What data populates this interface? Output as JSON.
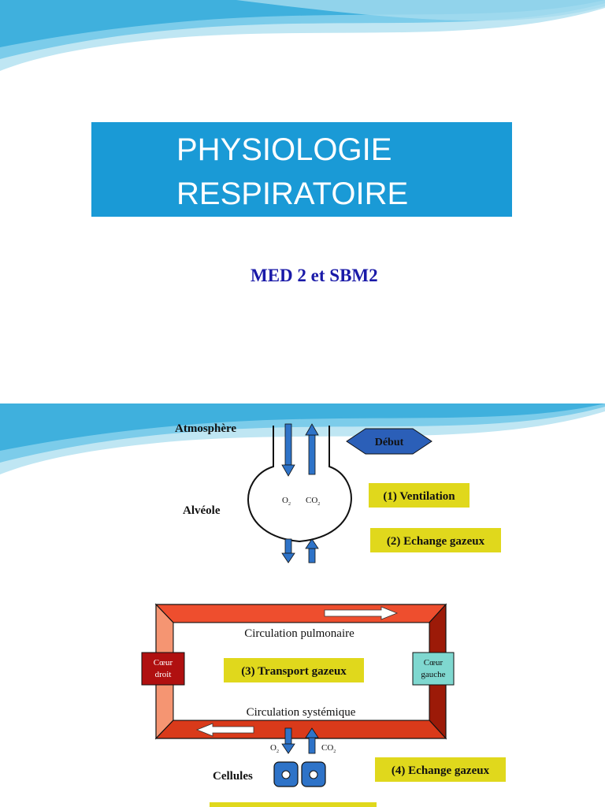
{
  "slide1": {
    "title_line1": "PHYSIOLOGIE",
    "title_line2": "RESPIRATOIRE",
    "subtitle": "MED 2 et SBM2",
    "colors": {
      "title_bg": "#1a9ad6",
      "subtitle": "#1a1aa8",
      "wave": "#5bbfe0"
    }
  },
  "slide2": {
    "atmosphere": "Atmosphère",
    "debut": "Début",
    "alveole": "Alvéole",
    "o2": "O",
    "co2": "CO",
    "sub2": "2",
    "step1": "(1) Ventilation",
    "step2": "(2) Echange gazeux",
    "step3": "(3) Transport gazeux",
    "step4": "(4) Echange gazeux",
    "circ_pulmonaire": "Circulation pulmonaire",
    "circ_systemique": "Circulation systémique",
    "coeur_droit_1": "Cœur",
    "coeur_droit_2": "droit",
    "coeur_gauche_1": "Cœur",
    "coeur_gauche_2": "gauche",
    "cellules": "Cellules",
    "colors": {
      "label_bg": "#e0d81c",
      "frame": "#e8432a",
      "coeur_droit": "#b01010",
      "coeur_gauche": "#7fd8d0",
      "arrow": "#2e73c8",
      "debut": "#2b5fb8"
    }
  }
}
